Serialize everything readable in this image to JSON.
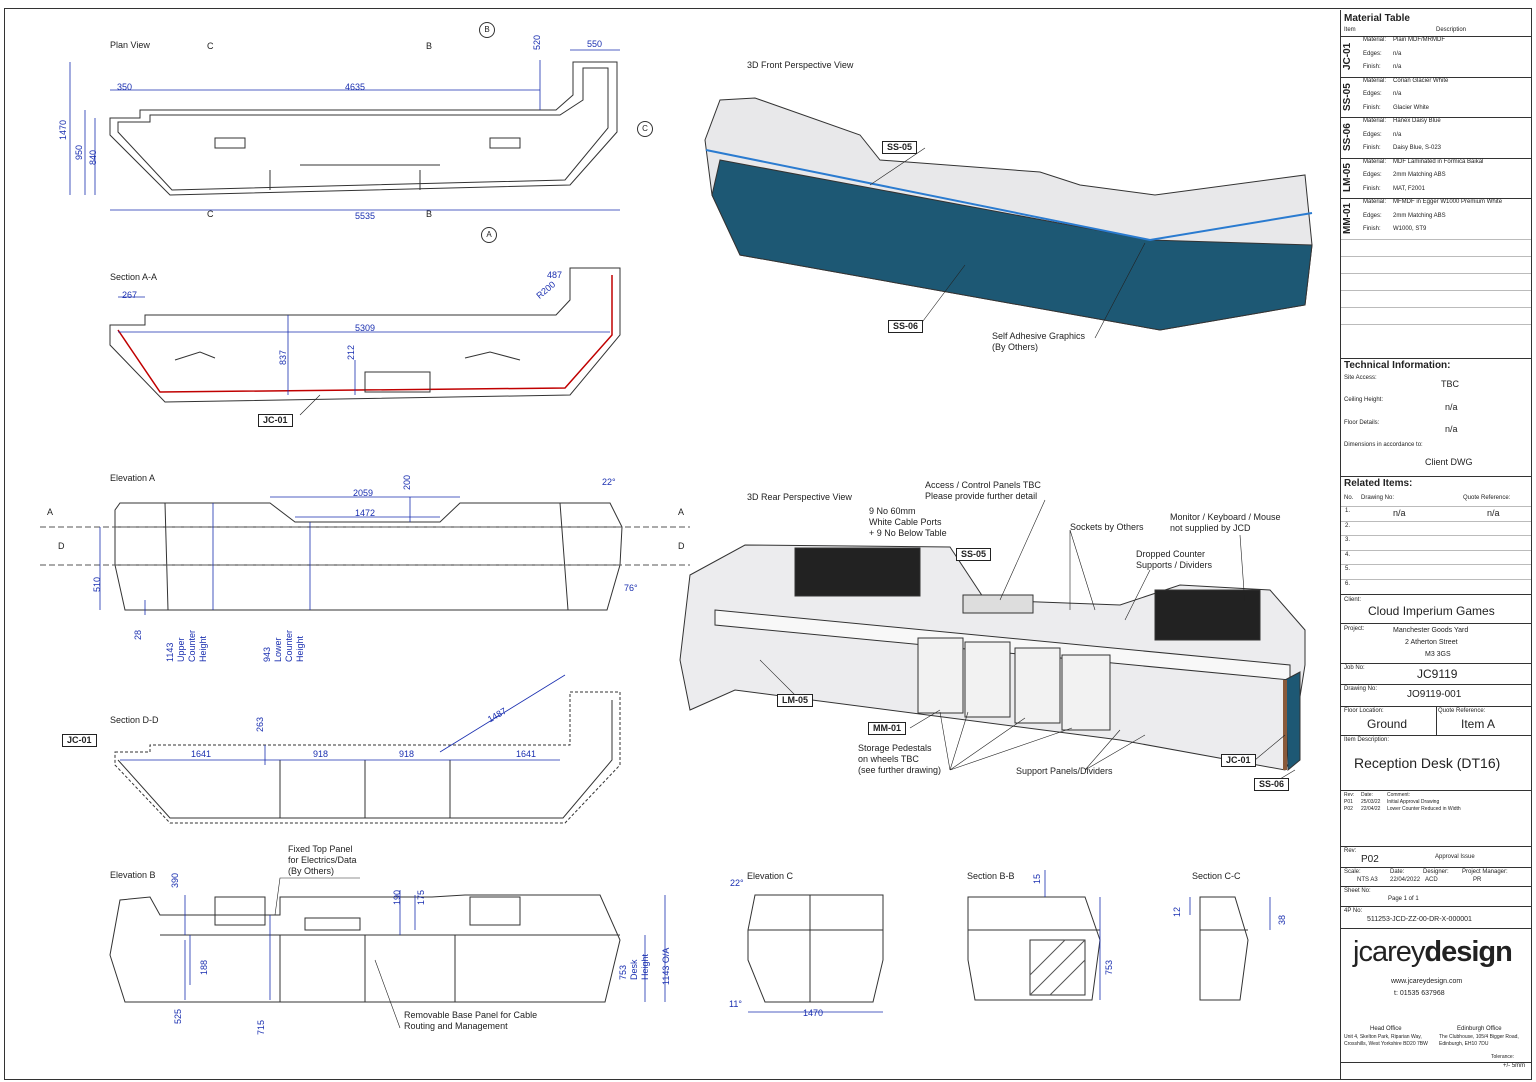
{
  "views": {
    "plan": "Plan View",
    "section_aa": "Section A-A",
    "elevation_a": "Elevation A",
    "section_dd": "Section D-D",
    "elevation_b": "Elevation B",
    "front3d": "3D Front Perspective View",
    "rear3d": "3D Rear Perspective View",
    "elevation_c": "Elevation C",
    "section_bb": "Section B-B",
    "section_cc": "Section C-C"
  },
  "markers": {
    "A": "A",
    "B": "B",
    "C": "C",
    "D": "D"
  },
  "dims": {
    "plan_520": "520",
    "plan_550": "550",
    "plan_350": "350",
    "plan_4635": "4635",
    "plan_1470": "1470",
    "plan_950": "950",
    "plan_840": "840",
    "plan_5535": "5535",
    "saa_487": "487",
    "saa_267": "267",
    "saa_r200": "R200",
    "saa_5309": "5309",
    "saa_837": "837",
    "saa_212": "212",
    "ea_2059": "2059",
    "ea_200": "200",
    "ea_1472": "1472",
    "ea_22": "22°",
    "ea_510": "510",
    "ea_28": "28",
    "ea_76": "76°",
    "ea_1143": "1143\nUpper\nCounter\nHeight",
    "ea_943": "943\nLower\nCounter\nHeight",
    "sdd_1487": "1487",
    "sdd_263": "263",
    "sdd_1641a": "1641",
    "sdd_918a": "918",
    "sdd_918b": "918",
    "sdd_1641b": "1641",
    "eb_390": "390",
    "eb_190": "190",
    "eb_175": "175",
    "eb_188": "188",
    "eb_525": "525",
    "eb_715": "715",
    "eb_753": "753\nDesk\nHeight",
    "eb_1143": "1143 O/A",
    "ec_22": "22°",
    "ec_11": "11°",
    "ec_1470": "1470",
    "sbb_15": "15",
    "sbb_753": "753",
    "scc_12": "12",
    "scc_38": "38"
  },
  "tags": {
    "jc01_a": "JC-01",
    "jc01_b": "JC-01",
    "jc01_c": "JC-01",
    "ss05_a": "SS-05",
    "ss05_b": "SS-05",
    "ss06_a": "SS-06",
    "ss06_b": "SS-06",
    "lm05": "LM-05",
    "mm01": "MM-01"
  },
  "notes": {
    "graphics": "Self Adhesive Graphics\n(By Others)",
    "access": "Access / Control Panels TBC\nPlease provide further detail",
    "ports": "9 No 60mm\nWhite Cable Ports\n+ 9 No Below Table",
    "sockets": "Sockets by Others",
    "monitor": "Monitor / Keyboard / Mouse\nnot supplied by JCD",
    "dropped": "Dropped Counter\nSupports / Dividers",
    "pedestals": "Storage Pedestals\non wheels TBC\n(see further drawing)",
    "support": "Support Panels/Dividers",
    "fixed_top": "Fixed Top Panel\nfor Electrics/Data\n(By Others)",
    "removable": "Removable Base Panel for Cable\nRouting and Management"
  },
  "title_block": {
    "material_table": "Material Table",
    "col_item": "Item",
    "col_desc": "Description",
    "materials": [
      {
        "code": "JC-01",
        "rows": [
          [
            "Material:",
            "Plain MDF/MRMDF"
          ],
          [
            "Edges:",
            "n/a"
          ],
          [
            "Finish:",
            "n/a"
          ]
        ]
      },
      {
        "code": "SS-05",
        "rows": [
          [
            "Material:",
            "Corian Glacier White"
          ],
          [
            "Edges:",
            "n/a"
          ],
          [
            "Finish:",
            "Glacier White"
          ]
        ]
      },
      {
        "code": "SS-06",
        "rows": [
          [
            "Material:",
            "Hanex Daisy Blue"
          ],
          [
            "Edges:",
            "n/a"
          ],
          [
            "Finish:",
            "Daisy Blue, S-023"
          ]
        ]
      },
      {
        "code": "LM-05",
        "rows": [
          [
            "Material:",
            "MDF Laminated in Formica Baikal"
          ],
          [
            "Edges:",
            "2mm Matching ABS"
          ],
          [
            "Finish:",
            "MAT, F2001"
          ]
        ]
      },
      {
        "code": "MM-01",
        "rows": [
          [
            "Material:",
            "MFMDF in Egger W1000 Premium White"
          ],
          [
            "Edges:",
            "2mm Matching ABS"
          ],
          [
            "Finish:",
            "W1000, ST9"
          ]
        ]
      }
    ],
    "tech_info": "Technical Information:",
    "site_access_k": "Site Access:",
    "site_access_v": "TBC",
    "ceiling_k": "Ceiling Height:",
    "ceiling_v": "n/a",
    "floor_k": "Floor Details:",
    "floor_v": "n/a",
    "dims_k": "Dimensions in accordance to:",
    "dims_v": "Client DWG",
    "related": "Related Items:",
    "rel_no": "No.",
    "rel_drawing": "Drawing No:",
    "rel_quote": "Quote Reference:",
    "rel_rows": [
      [
        "1.",
        "n/a",
        "n/a"
      ],
      [
        "2.",
        "",
        ""
      ],
      [
        "3.",
        "",
        ""
      ],
      [
        "4.",
        "",
        ""
      ],
      [
        "5.",
        "",
        ""
      ],
      [
        "6.",
        "",
        ""
      ]
    ],
    "client_k": "Client:",
    "client_v": "Cloud Imperium Games",
    "project_k": "Project:",
    "project_v1": "Manchester Goods Yard",
    "project_v2": "2 Atherton Street",
    "project_v3": "M3 3GS",
    "job_k": "Job No:",
    "job_v": "JC9119",
    "drawing_k": "Drawing No:",
    "drawing_v": "JO9119-001",
    "floor_loc_k": "Floor Location:",
    "floor_loc_v": "Ground",
    "quote_k": "Quote Reference:",
    "quote_v": "Item A",
    "item_desc_k": "Item Description:",
    "item_desc_v": "Reception Desk  (DT16)",
    "rev_hdr": [
      "Rev:",
      "Date:",
      "Comment:"
    ],
    "revs": [
      [
        "P01",
        "25/03/22",
        "Initial Approval Drawing"
      ],
      [
        "P02",
        "22/04/22",
        "Lower Counter Reduced in Width"
      ]
    ],
    "rev_k": "Rev:",
    "rev_v": "P02",
    "rev_status": "Approval Issue",
    "scale_k": "Scale:",
    "scale_v": "NTS A3",
    "date_k": "Date:",
    "date_v": "22/04/2022",
    "designer_k": "Designer:",
    "designer_v": "ACD",
    "pm_k": "Project Manager:",
    "pm_v": "PR",
    "sheet_k": "Sheet No:",
    "sheet_v": "Page 1 of 1",
    "fourp_k": "4P No:",
    "fourp_v": "511253-JCD-ZZ-00-DR-X-000001",
    "brand_light": "jcarey",
    "brand_bold": "design",
    "web": "www.jcareydesign.com",
    "tel": "t: 01535 637968",
    "office1_h": "Head Office",
    "office1": "Unit 4, Skelton Park, Riparian Way,\nCrosshills, West Yorkshire BD20 7BW",
    "office2_h": "Edinburgh Office",
    "office2": "The Clubhouse, 105/4 Bigger Road,\nEdinburgh, EH10 7DU",
    "tolerance_k": "Tolerance:",
    "tolerance_v": "+/- 5mm"
  }
}
